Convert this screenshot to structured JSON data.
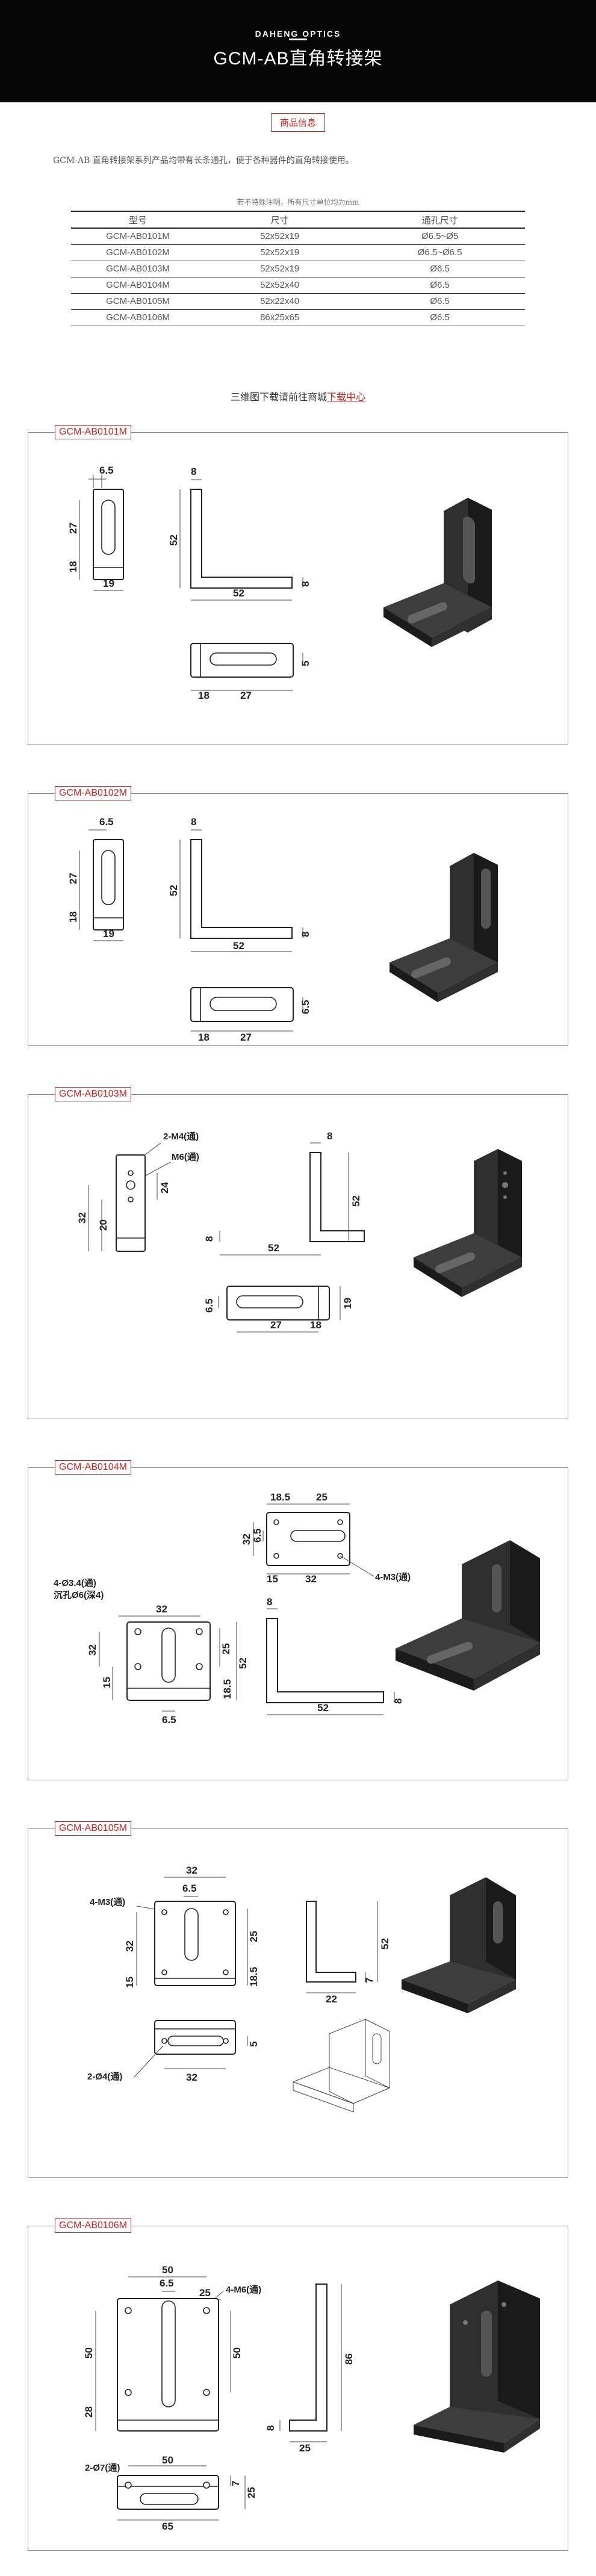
{
  "header": {
    "brand": "DAHENG OPTICS",
    "title": "GCM-AB直角转接架"
  },
  "badge": "商品信息",
  "intro": "GCM-AB 直角转接架系列产品均带有长条通孔，便于各种器件的直角转接使用。",
  "note": "若不特殊注明，所有尺寸单位均为mm",
  "table": {
    "headers": [
      "型号",
      "尺寸",
      "通孔尺寸"
    ],
    "rows": [
      [
        "GCM-AB0101M",
        "52x52x19",
        "Ø6.5~Ø5"
      ],
      [
        "GCM-AB0102M",
        "52x52x19",
        "Ø6.5~Ø6.5"
      ],
      [
        "GCM-AB0103M",
        "52x52x19",
        "Ø6.5"
      ],
      [
        "GCM-AB0104M",
        "52x52x40",
        "Ø6.5"
      ],
      [
        "GCM-AB0105M",
        "52x22x40",
        "Ø6.5"
      ],
      [
        "GCM-AB0106M",
        "86x25x65",
        "Ø6.5"
      ]
    ]
  },
  "download": {
    "text": "三维图下载请前往商城",
    "link": "下载中心"
  },
  "panels": [
    {
      "tag": "GCM-AB0101M",
      "dims": [
        "6.5",
        "27",
        "18",
        "19",
        "8",
        "52",
        "8",
        "52",
        "5",
        "18",
        "27"
      ]
    },
    {
      "tag": "GCM-AB0102M",
      "dims": [
        "6.5",
        "27",
        "18",
        "19",
        "8",
        "52",
        "8",
        "52",
        "6.5",
        "18",
        "27"
      ]
    },
    {
      "tag": "GCM-AB0103M",
      "dims": [
        "2-M4(通)",
        "M6(通)",
        "32",
        "20",
        "24",
        "8",
        "52",
        "8",
        "52",
        "6.5",
        "19",
        "27",
        "18"
      ]
    },
    {
      "tag": "GCM-AB0104M",
      "dims": [
        "18.5",
        "25",
        "32",
        "6.5",
        "15",
        "32",
        "4-M3(通)",
        "4-Ø3.4(通)",
        "沉孔Ø6(深4)",
        "32",
        "32",
        "15",
        "25",
        "52",
        "18.5",
        "6.5",
        "8",
        "52",
        "8"
      ]
    },
    {
      "tag": "GCM-AB0105M",
      "dims": [
        "32",
        "4-M3(通)",
        "6.5",
        "32",
        "15",
        "25",
        "18.5",
        "52",
        "7",
        "22",
        "2-Ø4(通)",
        "5",
        "32"
      ]
    },
    {
      "tag": "GCM-AB0106M",
      "dims": [
        "50",
        "4-M6(通)",
        "6.5",
        "25",
        "50",
        "28",
        "50",
        "8",
        "86",
        "25",
        "2-Ø7(通)",
        "50",
        "7",
        "25",
        "65"
      ]
    }
  ]
}
